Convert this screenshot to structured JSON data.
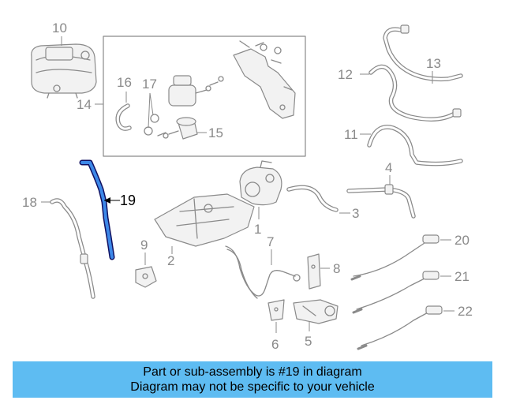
{
  "callouts": {
    "c1": "1",
    "c2": "2",
    "c3": "3",
    "c4": "4",
    "c5": "5",
    "c6": "6",
    "c7": "7",
    "c8": "8",
    "c9": "9",
    "c10": "10",
    "c11": "11",
    "c12": "12",
    "c13": "13",
    "c14": "14",
    "c15": "15",
    "c16": "16",
    "c17": "17",
    "c18": "18",
    "c19": "19",
    "c20": "20",
    "c21": "21",
    "c22": "22"
  },
  "highlighted_part": "19",
  "colors": {
    "banner": "#5ebcf2",
    "highlight": "#3d88e8",
    "linework": "#8a8a8a"
  },
  "banner": {
    "line1": "Part or sub-assembly is #19 in diagram",
    "line2": "Diagram may not be specific to your vehicle"
  }
}
